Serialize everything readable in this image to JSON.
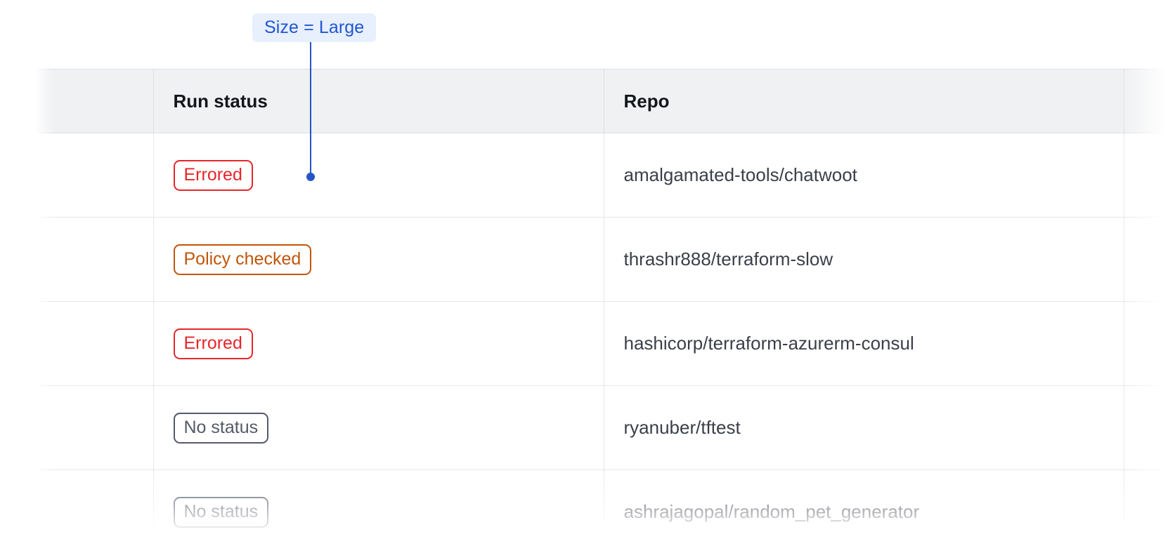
{
  "annotation": {
    "label": "Size = Large",
    "accent_color": "#2355c6",
    "chip_background": "#e8effd",
    "chip_text_color": "#1f56d3"
  },
  "table": {
    "columns": [
      {
        "key": "select",
        "label": ""
      },
      {
        "key": "run_status",
        "label": "Run status"
      },
      {
        "key": "repo",
        "label": "Repo"
      },
      {
        "key": "extra",
        "label": ""
      }
    ],
    "header_background": "#f0f1f3",
    "rows": [
      {
        "status": "Errored",
        "status_color": "#e7262a",
        "repo": "amalgamated-tools/chatwoot"
      },
      {
        "status": "Policy checked",
        "status_color": "#c0560a",
        "repo": "thrashr888/terraform-slow"
      },
      {
        "status": "Errored",
        "status_color": "#e7262a",
        "repo": "hashicorp/terraform-azurerm-consul"
      },
      {
        "status": "No status",
        "status_color": "#545a68",
        "repo": "ryanuber/tftest"
      },
      {
        "status": "No status",
        "status_color": "#545a68",
        "repo": "ashrajagopal/random_pet_generator"
      }
    ]
  }
}
